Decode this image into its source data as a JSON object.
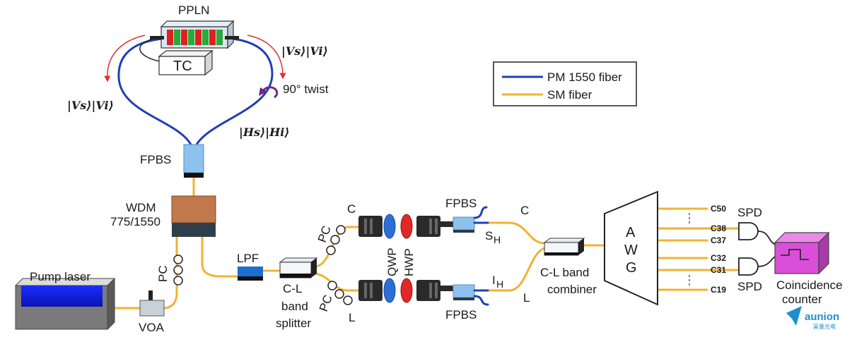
{
  "labels": {
    "ppln": "PPLN",
    "tc": "TC",
    "fpbs_top": "FPBS",
    "wdm_line1": "WDM",
    "wdm_line2": "775/1550",
    "pump": "Pump laser",
    "pc_pump": "PC",
    "voa": "VOA",
    "lpf": "LPF",
    "splitter_line1": "C-L",
    "splitter_line2": "band",
    "splitter_line3": "splitter",
    "pc_upper": "PC",
    "pc_lower": "PC",
    "branch_c": "C",
    "branch_l": "L",
    "qwp": "QWP",
    "hwp": "HWP",
    "fpbs_upper": "FPBS",
    "fpbs_lower": "FPBS",
    "s_h_main": "S",
    "s_h_sub": "H",
    "i_h_main": "I",
    "i_h_sub": "H",
    "comb_c": "C",
    "comb_l": "L",
    "combiner_line1": "C-L band",
    "combiner_line2": "combiner",
    "awg_a": "A",
    "awg_w": "W",
    "awg_g": "G",
    "spd_top": "SPD",
    "spd_bottom": "SPD",
    "counter_line1": "Coincidence",
    "counter_line2": "counter",
    "twist": "90° twist",
    "state_vv_right": "|Vs⟩|Vi⟩",
    "state_vv_left": "|Vs⟩|Vi⟩",
    "state_hh": "|Hs⟩|Hi⟩"
  },
  "channels": [
    "C50",
    "C38",
    "C37",
    "C32",
    "C31",
    "C19"
  ],
  "legend": {
    "pm_label": "PM 1550 fiber",
    "sm_label": "SM fiber"
  },
  "logo": {
    "name": "aunion",
    "sub": "昊量光电"
  },
  "colors": {
    "pm_fiber": "#1f3fb8",
    "sm_fiber": "#f2b233",
    "pump_screen": "#1020e0",
    "wdm": "#c0784c",
    "spd_counter": "#d94fd9",
    "fpbs": "#8ec2ee",
    "qwp": "#2b6fd6",
    "hwp": "#e02828",
    "arrow_red": "#e03030",
    "twist_arrow": "#6a2a8a"
  }
}
